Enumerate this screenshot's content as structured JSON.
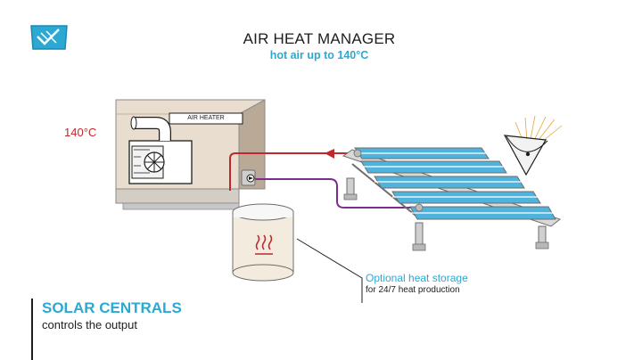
{
  "header": {
    "title": "AIR HEAT MANAGER",
    "subtitle": "hot air up to 140°C"
  },
  "diagram": {
    "temperature_label": "140°C",
    "heater_label": "AIR HEATER",
    "storage_title": "Optional heat storage",
    "storage_subtitle": "for 24/7 heat production"
  },
  "sidebar": {
    "title": "SOLAR CENTRALS",
    "subtitle": "controls the output"
  },
  "colors": {
    "accent": "#2ba9d3",
    "hot_pipe": "#c0272d",
    "cold_pipe": "#7b2d8e",
    "room_wall": "#e8ddd1",
    "panel_blue": "#4fb3dc"
  },
  "icons": [
    "logo-icon",
    "heat-waves-icon",
    "pump-icon",
    "arrow-left-icon",
    "fan-icon"
  ]
}
